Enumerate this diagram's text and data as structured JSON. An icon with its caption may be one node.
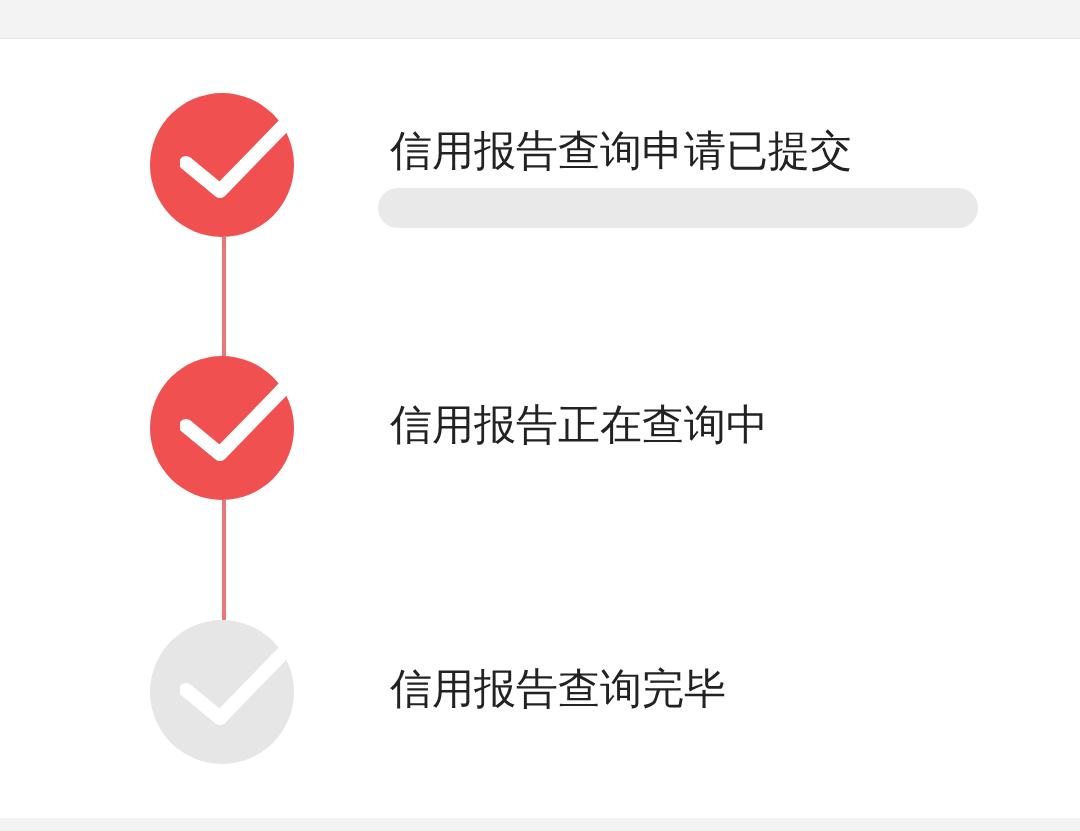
{
  "diagram": {
    "nodes": [
      {
        "text": [],
        "shape": "circle"
      },
      {
        "text": [],
        "shape": "bar"
      },
      {
        "text": [],
        "shape": "circle",
        "beside": [
          "信用报告正在查询中"
        ]
      },
      {
        "text": [],
        "shape": "circle",
        "beside": [
          "信用报告查询完毕"
        ]
      }
    ],
    "edges": [
      {
        "from": 0,
        "to": 2,
        "arrow": "none"
      },
      {
        "from": 2,
        "to": 3,
        "arrow": "none"
      }
    ],
    "labels": [
      "信用报告查询申请已提交"
    ]
  }
}
